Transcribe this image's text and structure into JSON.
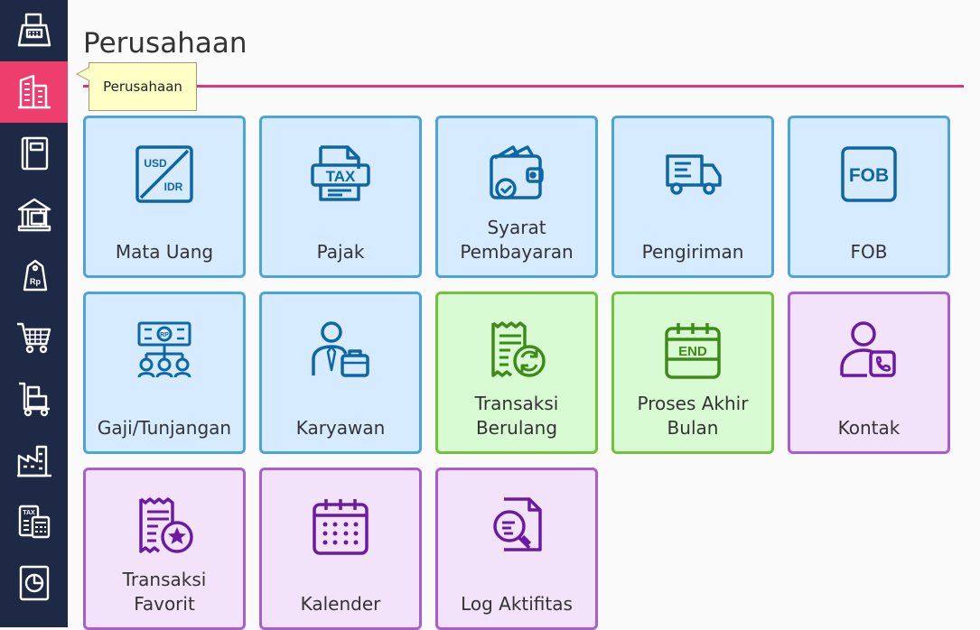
{
  "page": {
    "title": "Perusahaan"
  },
  "tooltip": {
    "text": "Perusahaan"
  },
  "colors": {
    "sidebar": "#1e2a45",
    "active": "#ee3e6d",
    "blue_icon": "#0d66a8",
    "green_icon": "#3f8a18",
    "purple_icon": "#6b1aa4"
  },
  "sidebar": {
    "items": [
      {
        "icon": "fax-icon"
      },
      {
        "icon": "building-icon",
        "active": true
      },
      {
        "icon": "book-icon"
      },
      {
        "icon": "bank-icon"
      },
      {
        "icon": "price-tag-icon"
      },
      {
        "icon": "cart-icon"
      },
      {
        "icon": "hand-truck-icon"
      },
      {
        "icon": "factory-icon"
      },
      {
        "icon": "tax-calculator-icon"
      },
      {
        "icon": "pie-report-icon"
      }
    ]
  },
  "tiles": [
    {
      "label": "Mata Uang",
      "icon": "currency-icon",
      "color": "blue"
    },
    {
      "label": "Pajak",
      "icon": "tax-icon",
      "color": "blue"
    },
    {
      "label": "Syarat\nPembayaran",
      "icon": "wallet-icon",
      "color": "blue"
    },
    {
      "label": "Pengiriman",
      "icon": "truck-icon",
      "color": "blue"
    },
    {
      "label": "FOB",
      "icon": "fob-icon",
      "color": "blue"
    },
    {
      "label": "Gaji/Tunjangan",
      "icon": "payroll-icon",
      "color": "blue"
    },
    {
      "label": "Karyawan",
      "icon": "employee-icon",
      "color": "blue"
    },
    {
      "label": "Transaksi\nBerulang",
      "icon": "recurring-receipt-icon",
      "color": "green"
    },
    {
      "label": "Proses Akhir\nBulan",
      "icon": "end-calendar-icon",
      "color": "green"
    },
    {
      "label": "Kontak",
      "icon": "contact-icon",
      "color": "purple"
    },
    {
      "label": "Transaksi\nFavorit",
      "icon": "favorite-receipt-icon",
      "color": "purple"
    },
    {
      "label": "Kalender",
      "icon": "calendar-icon",
      "color": "purple"
    },
    {
      "label": "Log Aktifitas",
      "icon": "activity-log-icon",
      "color": "purple"
    }
  ],
  "icon_text": {
    "usd": "USD",
    "idr": "IDR",
    "tax": "TAX",
    "rp": "RP",
    "fob": "FOB",
    "end": "END",
    "side_tax": "TAX",
    "side_rp": "Rp"
  }
}
